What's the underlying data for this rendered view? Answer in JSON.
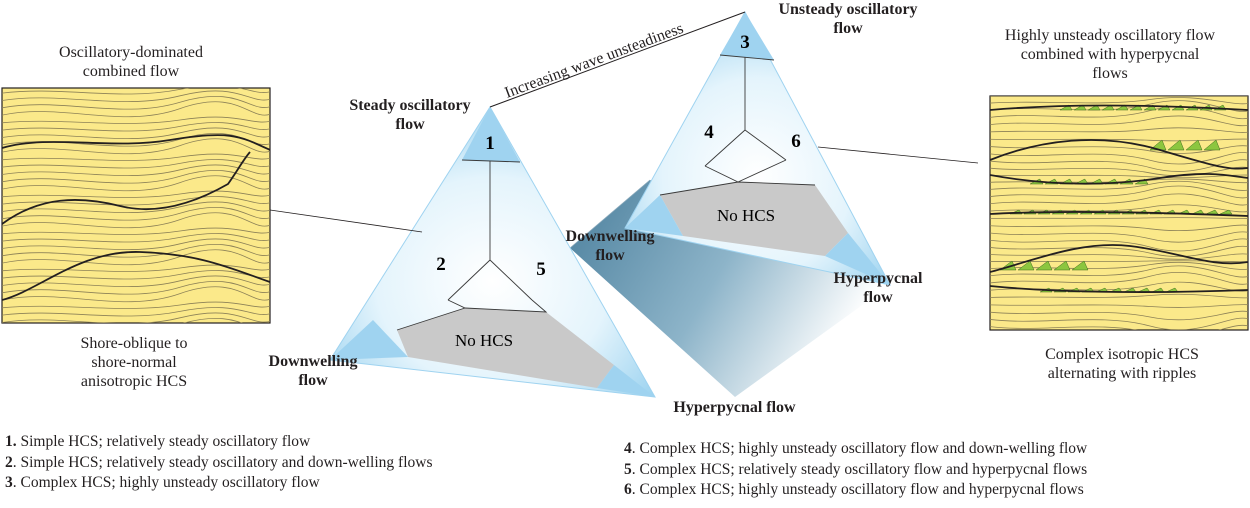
{
  "left_panel": {
    "title_line1": "Oscillatory-dominated",
    "title_line2": "combined flow",
    "caption_line1": "Shore-oblique to",
    "caption_line2": "shore-normal",
    "caption_line3": "anisotropic HCS"
  },
  "right_panel": {
    "title_line1": "Highly unsteady oscillatory flow",
    "title_line2": "combined with hyperpycnal",
    "title_line3": "flows",
    "caption_line1": "Complex isotropic HCS",
    "caption_line2": "alternating with ripples"
  },
  "prism": {
    "axis_label": "Increasing wave unsteadiness",
    "front": {
      "apex_line1": "Steady oscillatory",
      "apex_line2": "flow",
      "left_line1": "Downwelling",
      "left_line2": "flow",
      "right_label": "Hyperpycnal flow",
      "center": "No HCS",
      "field_top": "1",
      "field_left": "2",
      "field_right": "5"
    },
    "back": {
      "apex_line1": "Unsteady oscillatory",
      "apex_line2": "flow",
      "left_line1": "Downwelling",
      "left_line2": "flow",
      "right_line1": "Hyperpycnal",
      "right_line2": "flow",
      "center": "No HCS",
      "field_top": "3",
      "field_left": "4",
      "field_right": "6"
    }
  },
  "legend": {
    "left": [
      {
        "num": "1.",
        "text": " Simple HCS; relatively steady oscillatory flow"
      },
      {
        "num": "2",
        "text": ". Simple HCS; relatively steady oscillatory and down-welling flows"
      },
      {
        "num": "3",
        "text": ". Complex HCS; highly unsteady oscillatory flow"
      }
    ],
    "right": [
      {
        "num": "4",
        "text": ". Complex HCS; highly unsteady oscillatory flow and down-welling flow"
      },
      {
        "num": "5",
        "text": ". Complex HCS; relatively steady oscillatory flow and hyperpycnal flows"
      },
      {
        "num": "6",
        "text": ". Complex HCS; highly unsteady oscillatory flow and hyperpycnal flows"
      }
    ]
  },
  "colors": {
    "sand": "#fbe98a",
    "lamina": "#8c8157",
    "ripple_green": "#8cc63f",
    "triangle_edge": "#9fd3f0",
    "no_hcs": "#c9c9c9",
    "prism_base": "#5d8fab"
  }
}
